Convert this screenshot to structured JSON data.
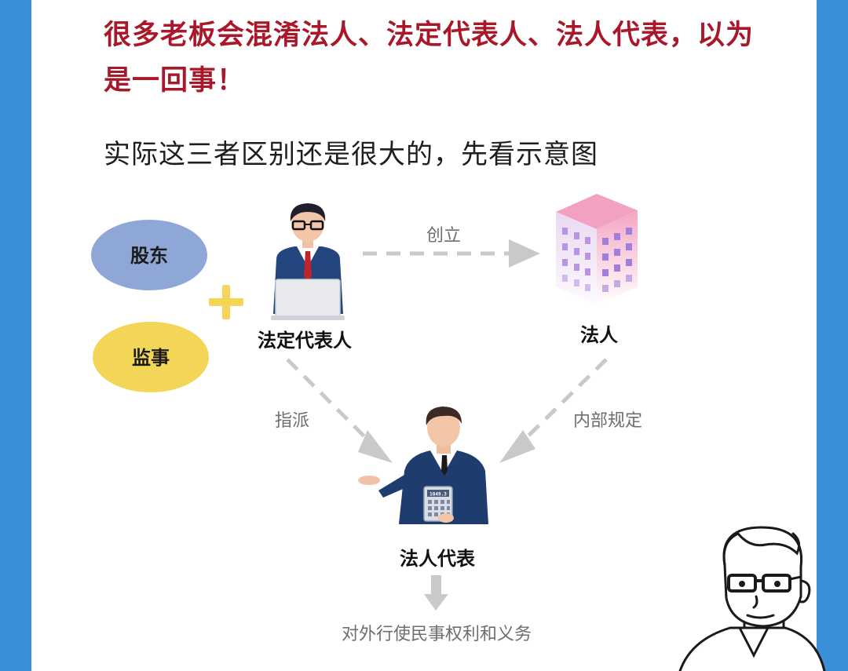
{
  "headline": "很多老板会混淆法人、法定代表人、法人代表，以为是一回事！",
  "intro": "实际这三者区别还是很大的，先看示意图",
  "diagram": {
    "shareholder": "股东",
    "supervisor": "监事",
    "legal_representative": "法定代表人",
    "legal_person": "法人",
    "corporate_representative": "法人代表",
    "edge_establish": "创立",
    "edge_assign": "指派",
    "edge_internal_rule": "内部规定",
    "outcome": "对外行使民事权利和义务",
    "calculator_display": "1049.3"
  },
  "colors": {
    "headline": "#a8182a",
    "frame": "#3a8fd8",
    "shareholder_oval": "#8ea7d7",
    "supervisor_oval": "#f3d558",
    "plus": "#f3d558",
    "arrow": "#c9c9c9",
    "edge_label": "#6e6e6e"
  }
}
